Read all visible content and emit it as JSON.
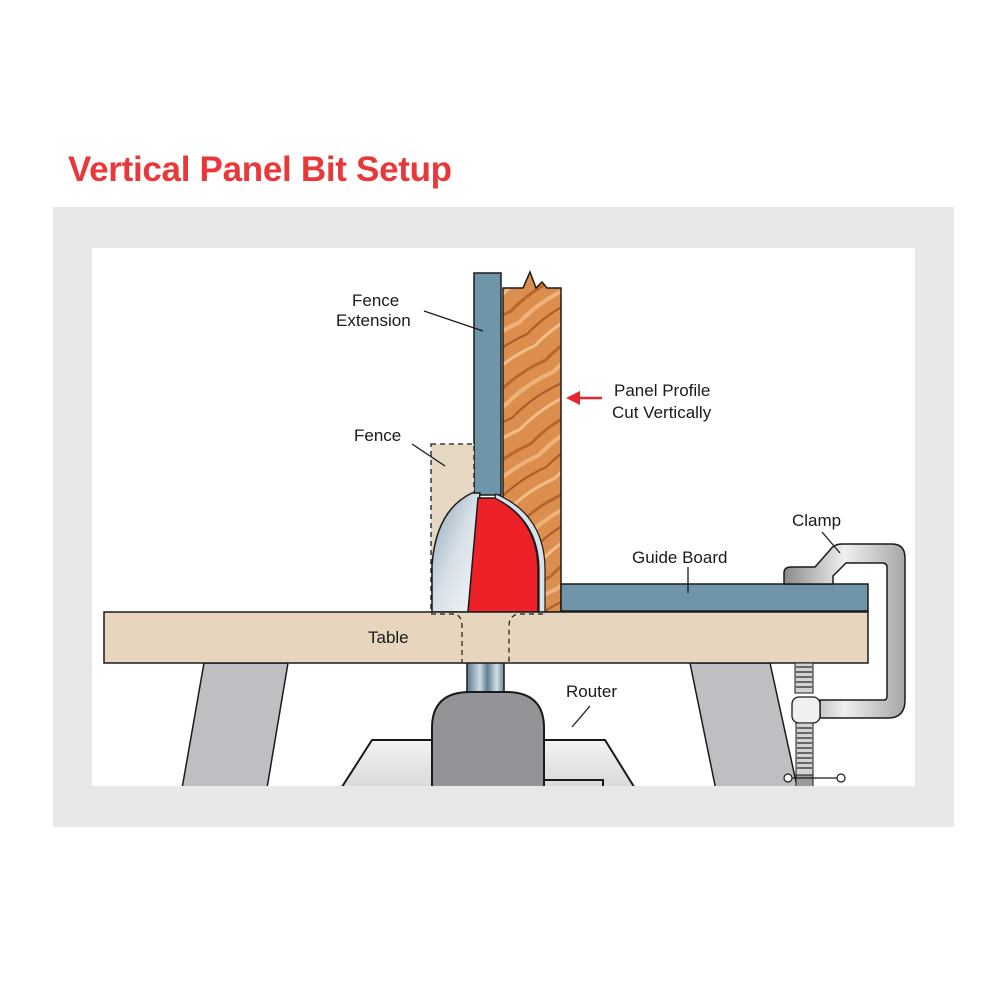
{
  "title": "Vertical Panel Bit Setup",
  "colors": {
    "title": "#e8383a",
    "frame": "#e8e8e8",
    "fence_extension": "#6f96a8",
    "guide_board": "#6f96a8",
    "table": "#e8d5bd",
    "fence": "#e6d7c3",
    "wood_panel": "#d9894a",
    "bit_cutter": "#ee2028",
    "bit_steel": "#c4cdd6",
    "legs": "#bfbfc3",
    "router_body": "#939497",
    "arrow": "#e8262b"
  },
  "labels": {
    "fence_extension_1": "Fence",
    "fence_extension_2": "Extension",
    "fence": "Fence",
    "panel_profile_1": "Panel Profile",
    "panel_profile_2": "Cut Vertically",
    "clamp": "Clamp",
    "guide_board": "Guide Board",
    "table": "Table",
    "router": "Router"
  }
}
